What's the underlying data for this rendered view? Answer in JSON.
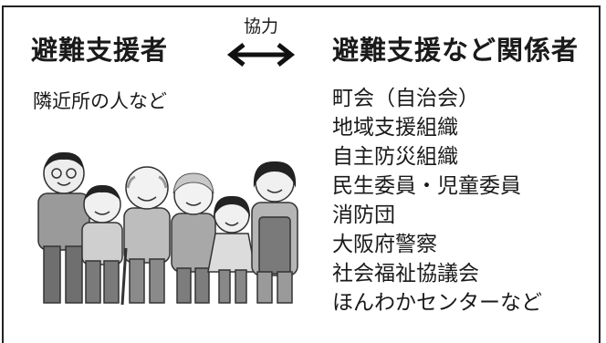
{
  "left": {
    "title": "避難支援者",
    "subtitle": "隣近所の人など"
  },
  "cooperation": {
    "label": "協力"
  },
  "right": {
    "title": "避難支援など関係者",
    "items": [
      "町会（自治会）",
      "地域支援組織",
      "自主防災組織",
      "民生委員・児童委員",
      "消防団",
      "大阪府警察",
      "社会福祉協議会",
      "ほんわかセンターなど"
    ]
  },
  "colors": {
    "border": "#222222",
    "text": "#1a1a1a"
  }
}
